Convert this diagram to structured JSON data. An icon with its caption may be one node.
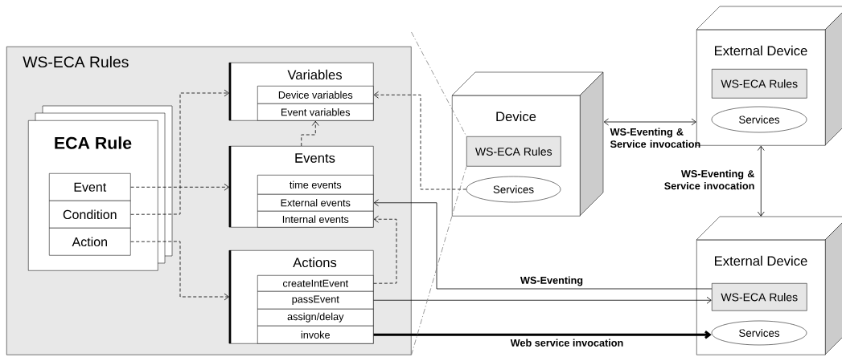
{
  "diagram": {
    "nodes": [
      {
        "text": [
          "WS-ECA Rules"
        ]
      },
      {
        "text": [
          "ECA Rule"
        ],
        "in": 0
      },
      {
        "text": [
          "Event"
        ],
        "in": 1
      },
      {
        "text": [
          "Condition"
        ],
        "in": 1
      },
      {
        "text": [
          "Action"
        ],
        "in": 1
      },
      {
        "text": [
          "Variables"
        ],
        "in": 0
      },
      {
        "text": [
          "Device variables"
        ],
        "in": 5
      },
      {
        "text": [
          "Event variables"
        ],
        "in": 5
      },
      {
        "text": [
          "Events"
        ],
        "in": 0
      },
      {
        "text": [
          "time events"
        ],
        "in": 8
      },
      {
        "text": [
          "External events"
        ],
        "in": 8
      },
      {
        "text": [
          "Internal events"
        ],
        "in": 8
      },
      {
        "text": [
          "Actions"
        ],
        "in": 0
      },
      {
        "text": [
          "createIntEvent"
        ],
        "in": 12
      },
      {
        "text": [
          "passEvent"
        ],
        "in": 12
      },
      {
        "text": [
          "assign/delay"
        ],
        "in": 12
      },
      {
        "text": [
          "invoke"
        ],
        "in": 12
      },
      {
        "text": [
          "Device"
        ]
      },
      {
        "text": [
          "WS-ECA Rules"
        ],
        "in": 17
      },
      {
        "text": [
          "Services"
        ],
        "in": 17
      },
      {
        "text": [
          "External Device"
        ]
      },
      {
        "text": [
          "WS-ECA Rules"
        ],
        "in": 20
      },
      {
        "text": [
          "Services"
        ],
        "in": 20
      },
      {
        "text": [
          "External Device"
        ]
      },
      {
        "text": [
          "WS-ECA Rules"
        ],
        "in": 23
      },
      {
        "text": [
          "Services"
        ],
        "in": 23
      }
    ],
    "edges": [
      {
        "from": 2,
        "to": 8,
        "arrow": "to",
        "style": "dashed"
      },
      {
        "from": 3,
        "to": 5,
        "arrow": "to",
        "style": "dashed"
      },
      {
        "from": 4,
        "to": 12,
        "arrow": "to",
        "style": "dashed"
      },
      {
        "from": 8,
        "to": 7,
        "arrow": "to",
        "style": "dashed"
      },
      {
        "from": 13,
        "to": 11,
        "arrow": "to",
        "style": "dashed"
      },
      {
        "from": 19,
        "to": 6,
        "arrow": "to",
        "style": "dashed"
      },
      {
        "from": 24,
        "to": 10,
        "arrow": "to",
        "label": "WS-Eventing"
      },
      {
        "from": 14,
        "to": 24,
        "arrow": "to"
      },
      {
        "from": 16,
        "to": 25,
        "arrow": "to",
        "label": "Web service invocation",
        "style": "thick"
      },
      {
        "from": 17,
        "to": 20,
        "arrow": "both",
        "label": "WS-Eventing & Service invocation"
      },
      {
        "from": 20,
        "to": 23,
        "arrow": "both",
        "label": "WS-Eventing & Service invocation"
      },
      {
        "from": 0,
        "to": 18,
        "arrow": "none",
        "style": "dashed",
        "color": "#808080"
      },
      {
        "from": 0,
        "to": 18,
        "arrow": "none",
        "style": "dashed",
        "color": "#808080"
      }
    ]
  }
}
